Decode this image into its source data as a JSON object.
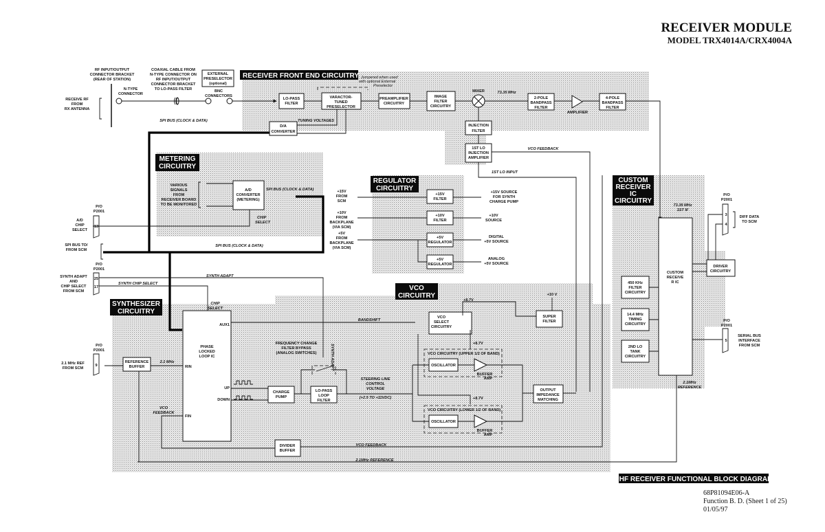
{
  "title": {
    "main": "RECEIVER MODULE",
    "model": "MODEL TRX4014A/CRX4004A"
  },
  "footer": {
    "banner": "UHF RECEIVER FUNCTIONAL BLOCK DIAGRAM",
    "doc_number": "68P81094E06-A",
    "sheet": "Function B. D. (Sheet 1 of 25)",
    "date": "01/05/97"
  },
  "sections": {
    "front_end": "RECEIVER FRONT END CIRCUITRY",
    "metering": [
      "METERING",
      "CIRCUITRY"
    ],
    "regulator": [
      "REGULATOR",
      "CIRCUITRY"
    ],
    "custom_ic": [
      "CUSTOM",
      "RECEIVER",
      "IC",
      "CIRCUITRY"
    ],
    "vco": [
      "VCO",
      "CIRCUITRY"
    ],
    "synth": [
      "SYNTHESIZER",
      "CIRCUITRY"
    ]
  },
  "inputs": {
    "rf_bracket": [
      "RF INPUT/OUTPUT",
      "CONNECTOR BRACKET",
      "(REAR OF STATION)"
    ],
    "receive_rf": [
      "RECEIVE RF",
      "FROM",
      "RX ANTENNA"
    ],
    "n_type": [
      "N-TYPE",
      "CONNECTOR"
    ],
    "coax": [
      "COAXIAL CABLE FROM",
      "N-TYPE CONNECTOR ON",
      "RF INPUT/OUTPUT",
      "CONNECTOR BRACKET",
      "TO LO-PASS FILTER"
    ],
    "ext_presel": [
      "EXTERNAL",
      "PRESELECTOR",
      "(optional)"
    ],
    "bnc": [
      "BNC",
      "CONNECTORS"
    ],
    "jumper": [
      "Jumpered when used",
      "with optional External",
      "Preselector"
    ],
    "spi_bus_top": "SPI BUS (CLOCK & DATA)",
    "tuning": "TUNING VOLTAGES"
  },
  "front_end_blocks": {
    "lopass": [
      "LO-PASS",
      "FILTER"
    ],
    "varactor": [
      "VARACTOR-",
      "TUNED",
      "PRESELECTOR"
    ],
    "preamp": [
      "PREAMPLIFIER",
      "CIRCUITRY"
    ],
    "image": [
      "IMAGE",
      "FILTER",
      "CIRCUITRY"
    ],
    "mixer": "MIXER",
    "if_freq": "73.35 MHz",
    "bp2": [
      "2-POLE",
      "BANDPASS",
      "FILTER"
    ],
    "amplifier": "AMPLIFIER",
    "bp4": [
      "4-POLE",
      "BANDPASS",
      "FILTER"
    ],
    "da": [
      "D/A",
      "CONVERTER"
    ],
    "inj_filter": [
      "INJECTION",
      "FILTER"
    ],
    "inj_amp": [
      "1ST LO",
      "INJECTION",
      "AMPLIFIER"
    ],
    "vco_feedback": "VCO FEEDBACK",
    "lo_input": "1ST LO INPUT"
  },
  "metering": {
    "signals": [
      "VARIOUS",
      "SIGNALS",
      "FROM",
      "RECEIVER BOARD",
      "TO BE MONITORED"
    ],
    "ad": [
      "A/D",
      "CONVERTER",
      "(METERING)"
    ],
    "spi": "SPI BUS (CLOCK & DATA)",
    "chip_select": [
      "CHIP",
      "SELECT"
    ],
    "spi_bottom": "SPI BUS (CLOCK & DATA)"
  },
  "left_conn": {
    "po": [
      "P/O",
      "P2001"
    ],
    "ad_cs": [
      "A/D",
      "CHIP",
      "SELECT"
    ],
    "pin13": "13",
    "spi_scm": [
      "SPI BUS TO/",
      "FROM SCM"
    ],
    "synth_adapt_scm": [
      "SYNTH ADAPT",
      "AND",
      "CHIP SELECT",
      "FROM SCM"
    ],
    "pin25": "25",
    "pin17": "17",
    "synth_adapt": "SYNTH ADAPT",
    "synth_cs": "SYNTH CHIP SELECT",
    "ref_in": [
      "2.1 MHz REF",
      "FROM SCM"
    ],
    "pin9": "9"
  },
  "regulator": {
    "in15": [
      "+15V",
      "FROM",
      "SCM"
    ],
    "in10": [
      "+10V",
      "FROM",
      "BACKPLANE",
      "(VIA SCM)"
    ],
    "in5": [
      "+5V",
      "FROM",
      "BACKPLANE",
      "(VIA SCM)"
    ],
    "f15": [
      "+15V",
      "FILTER"
    ],
    "f10": [
      "+10V",
      "FILTER"
    ],
    "r5a": [
      "+5V",
      "REGULATOR"
    ],
    "r5b": [
      "+5V",
      "REGULATOR"
    ],
    "o15": [
      "+15V SOURCE",
      "FOR SYNTH",
      "CHARGE PUMP"
    ],
    "o10": [
      "+10V",
      "SOURCE"
    ],
    "o5d": [
      "DIGITAL",
      "+5V SOURCE"
    ],
    "o5a": [
      "ANALOG",
      "+5V SOURCE"
    ]
  },
  "custom_ic": {
    "if_label": [
      "73.35 MHz",
      "1ST IF"
    ],
    "ic": [
      "CUSTOM",
      "RECEIVE",
      "R IC"
    ],
    "f450": [
      "450 KHz",
      "FILTER",
      "CIRCUITRY"
    ],
    "t144": [
      "14.4 MHz",
      "TIMING",
      "CIRCUITRY"
    ],
    "lo2": [
      "2ND LO",
      "TANK",
      "CIRCUITRY"
    ],
    "driver": [
      "DRIVER",
      "CIRCUITRY"
    ],
    "po": [
      "P/O",
      "P2001"
    ],
    "pin3": "3",
    "pin4": "4",
    "diff": [
      "DIFF DATA",
      "TO SCM"
    ],
    "pin5": "5",
    "serial": [
      "SERIAL BUS",
      "INTERFACE",
      "FROM SCM"
    ],
    "ref": [
      "2.1MHz",
      "REFERENCE"
    ]
  },
  "synth": {
    "chip_select": [
      "CHIP",
      "SELECT"
    ],
    "pll": [
      "PHASE",
      "LOCKED",
      "LOOP IC"
    ],
    "aux1": "AUX1",
    "rin": "RIN",
    "fin": "FIN",
    "up": "UP",
    "down": "DOWN",
    "ref_buf": [
      "REFERENCE",
      "BUFFER"
    ],
    "ref_freq": "2.1 MHz",
    "vco_fb": [
      "VCO",
      "FEEDBACK"
    ],
    "charge": [
      "CHARGE",
      "PUMP"
    ],
    "loop": [
      "LO-PASS",
      "LOOP",
      "FILTER"
    ],
    "bypass": [
      "FREQUENCY CHANGE",
      "FILTER BYPASS",
      "(ANALOG SWITCHES)"
    ],
    "synth_adapt_v": "SYNTH ADAPT",
    "steering": [
      "STEERING LINE",
      "CONTROL",
      "VOLTAGE"
    ],
    "range": "(+2.5 TO +11VDC)",
    "bandshift": "BANDSHIFT",
    "divider": [
      "DIVIDER",
      "BUFFER"
    ],
    "vco_feedback": "VCO FEEDBACK",
    "ref_bottom": "2.1MHz REFERENCE"
  },
  "vco": {
    "select": [
      "VCO",
      "SELECT",
      "CIRCUITRY"
    ],
    "v87a": "+8.7V",
    "v87b": "+8.7V",
    "v87c": "+8.7V",
    "v10": "+10 V",
    "super": [
      "SUPER",
      "FILTER"
    ],
    "upper": "VCO CIRCUITRY (UPPER 1/2 OF BAND)",
    "lower": "VCO CIRCUITRY (LOWER 1/2 OF BAND)",
    "osc": "OSCILLATOR",
    "buf": [
      "BUFFER",
      "AMP"
    ],
    "out": [
      "OUTPUT",
      "IMPEDANCE",
      "MATCHING"
    ]
  }
}
